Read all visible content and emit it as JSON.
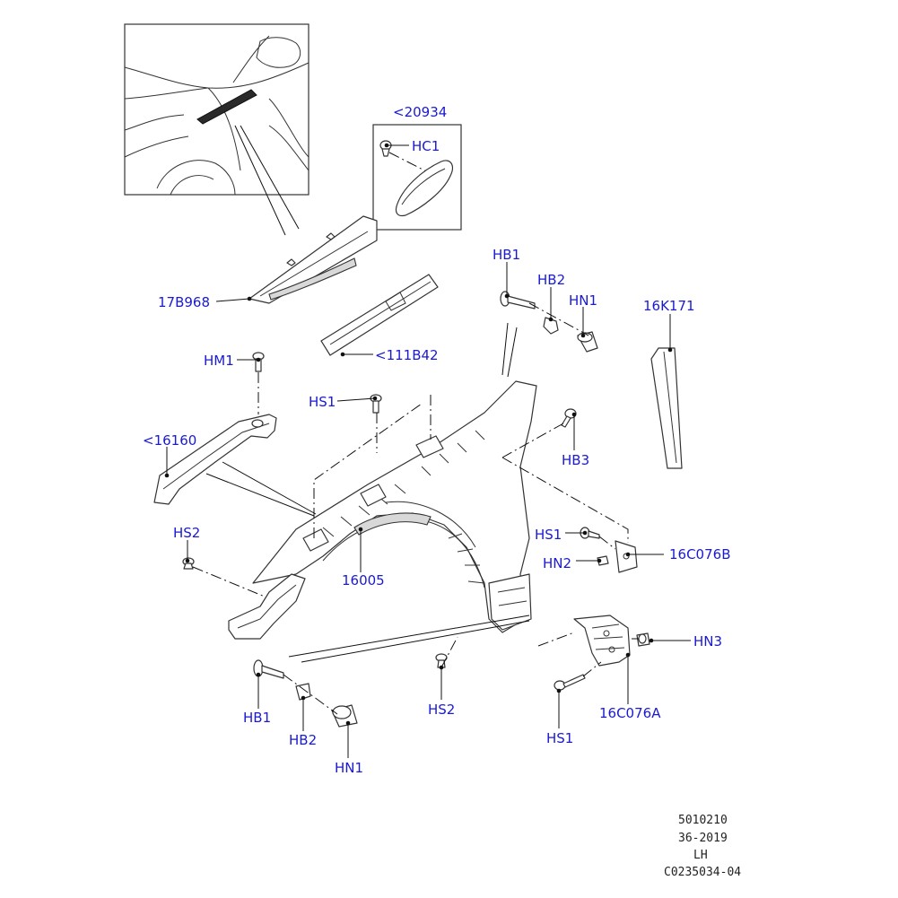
{
  "labels": {
    "c20934": "<20934",
    "hc1": "HC1",
    "p17b968": "17B968",
    "p111b42": "<111B42",
    "hb1_top": "HB1",
    "hb2_top": "HB2",
    "hn1_top": "HN1",
    "p16k171": "16K171",
    "hm1": "HM1",
    "hs1_top": "HS1",
    "c16160": "<16160",
    "hb3": "HB3",
    "hs2_left": "HS2",
    "p16005": "16005",
    "hs1_right": "HS1",
    "hn2": "HN2",
    "p16c076b": "16C076B",
    "hn3": "HN3",
    "hb1_bottom": "HB1",
    "hb2_bottom": "HB2",
    "hn1_bottom": "HN1",
    "hs2_bottom": "HS2",
    "hs1_bottom": "HS1",
    "p16c076a": "16C076A"
  },
  "footer": {
    "line1": "5010210",
    "line2": "36-2019",
    "line3": "LH",
    "line4": "C0235034-04"
  },
  "colors": {
    "label": "#1a1ad0",
    "line": "#111111"
  }
}
